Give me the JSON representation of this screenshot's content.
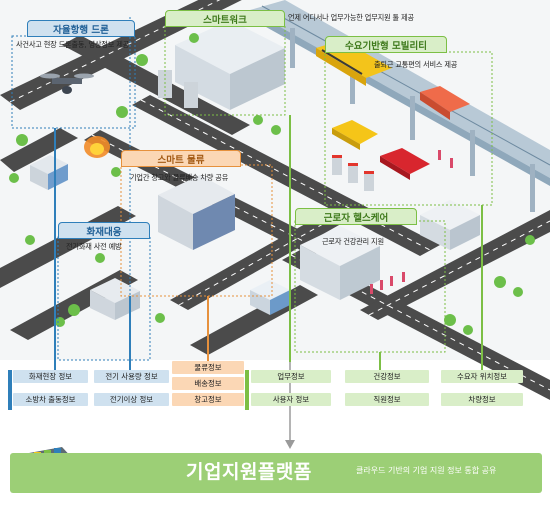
{
  "zones": {
    "drone": {
      "title": "자율항행 드론",
      "desc": "사건사고 현장 드론출동, 영상정보 제공"
    },
    "smartwork": {
      "title": "스마트워크",
      "desc": "언제 어디서나 업무가능한 업무지원 툴 제공"
    },
    "mobility": {
      "title": "수요기반형 모빌리티",
      "desc": "출퇴근 교통편의 서비스 제공"
    },
    "logistics": {
      "title": "스마트 물류",
      "desc": "기업간 창고와 물류배송 차량 공유"
    },
    "fire": {
      "title": "화재대응",
      "desc": "전기화재 사전 예방"
    },
    "health": {
      "title": "근로자 헬스케어",
      "desc": "근로자 건강관리 지원"
    }
  },
  "info_labels": {
    "fire_site": "화재현장 정보",
    "firetruck": "소방차 출동정보",
    "elec_usage": "전기 사용량 정보",
    "elec_anomaly": "전기이상 정보",
    "logistics_info": "물류정보",
    "delivery_info": "배송정보",
    "warehouse_info": "창고정보",
    "work_info": "업무정보",
    "user_info": "사용자 정보",
    "health_info": "건강정보",
    "worker_info": "직원정보",
    "demander_location": "수요자 위치정보",
    "vehicle_info": "차량정보"
  },
  "platform": {
    "title": "기업지원플랫폼",
    "subtitle": "클라우드 기반의 기업 지원 정보 통합 공유"
  },
  "colors": {
    "blue": "#2f7fba",
    "orange": "#e6913d",
    "green": "#7cbf45",
    "road": "#4a4a4a",
    "platform": "#9ccf76"
  }
}
